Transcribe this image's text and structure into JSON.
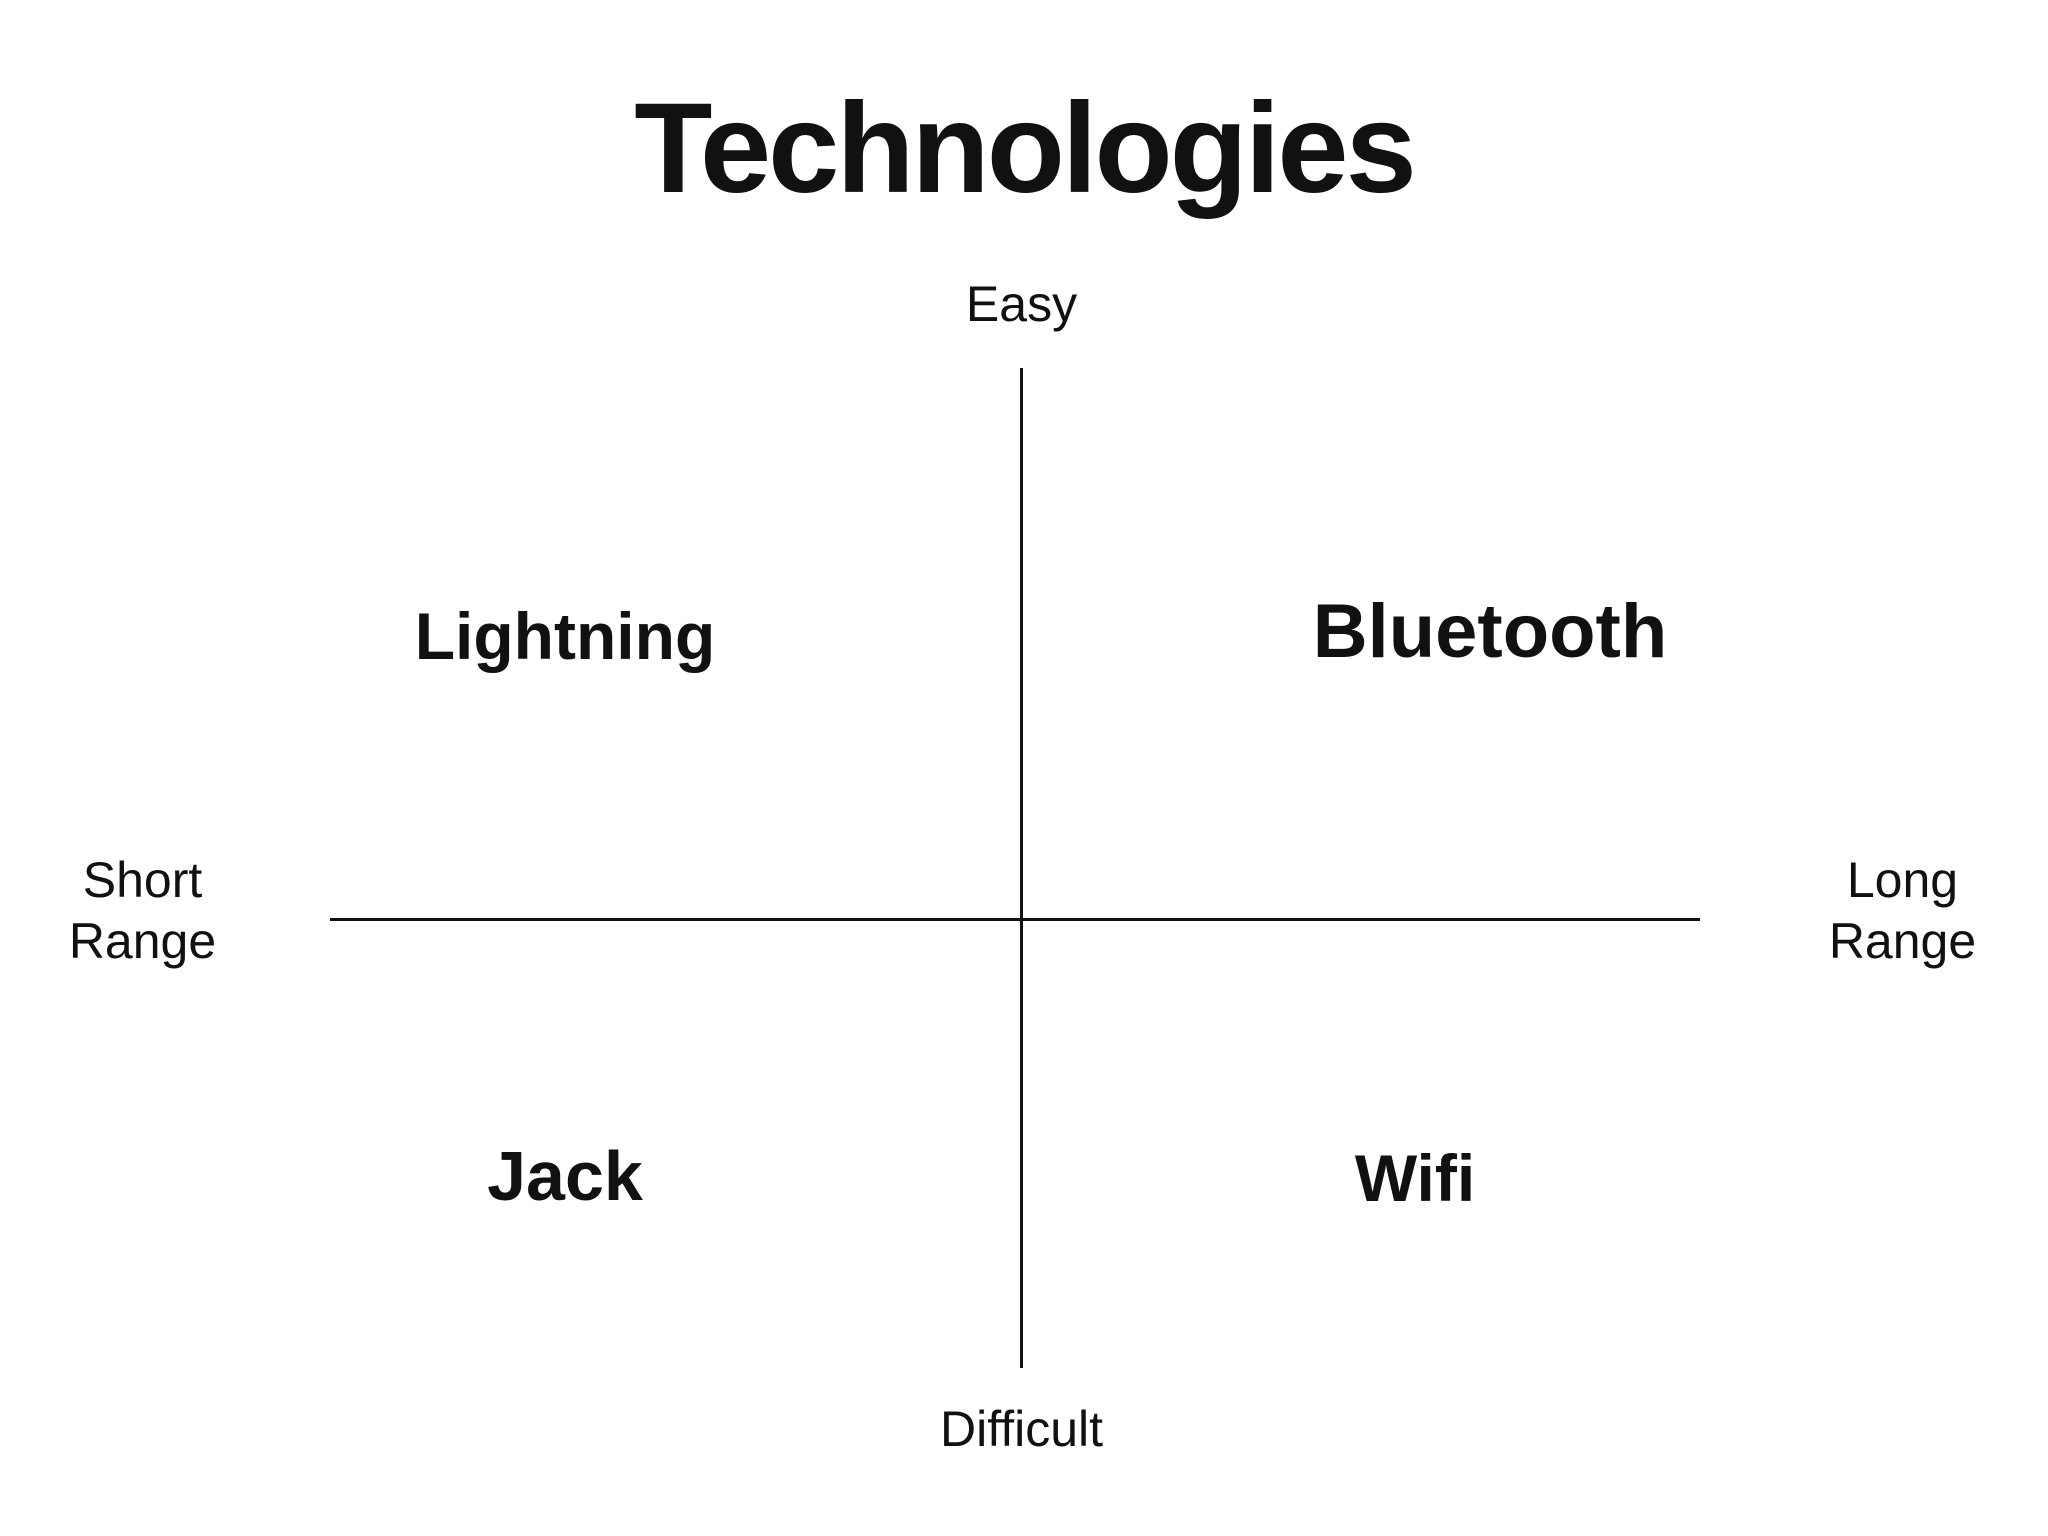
{
  "chart": {
    "title": "Technologies",
    "background_color": "#ffffff",
    "line_color": "#111111",
    "axes": {
      "top": "Easy",
      "bottom": "Difficult",
      "left": "Short Range",
      "right": "Long Range"
    },
    "quadrants": {
      "top_left": "Lightning",
      "top_right": "Bluetooth",
      "bottom_left": "Jack",
      "bottom_right": "Wifi"
    }
  }
}
